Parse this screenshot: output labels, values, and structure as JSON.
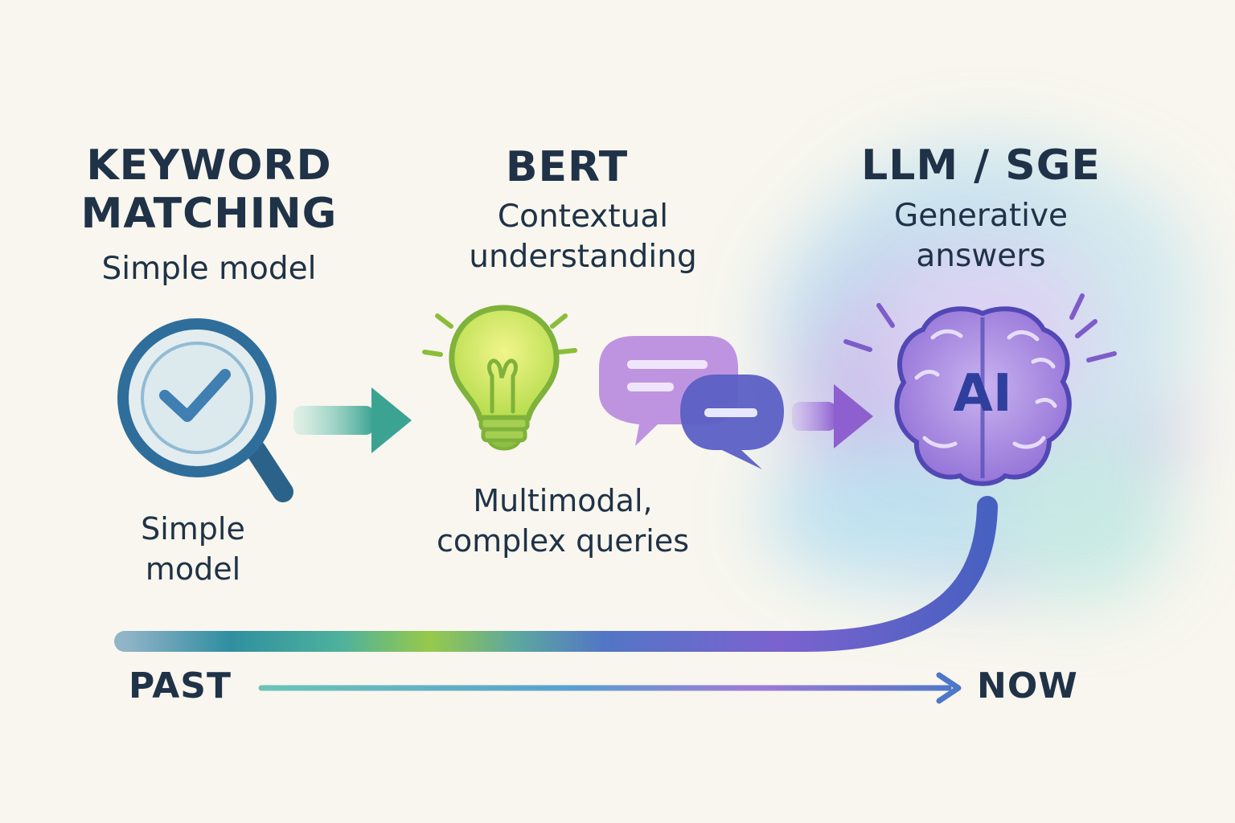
{
  "stages": [
    {
      "title_lines": [
        "KEYWORD",
        "MATCHING"
      ],
      "subtitle_lines": [
        "Simple model"
      ],
      "icon": "magnifier-check-icon",
      "caption_lines": [
        "Simple",
        "model"
      ]
    },
    {
      "title_lines": [
        "BERT"
      ],
      "subtitle_lines": [
        "Contextual",
        "understanding"
      ],
      "icon": "lightbulb-icon",
      "icon2": "chat-bubbles-icon",
      "caption_lines": [
        "Multimodal,",
        "complex queries"
      ]
    },
    {
      "title_lines": [
        "LLM / SGE"
      ],
      "subtitle_lines": [
        "Generative",
        "answers"
      ],
      "icon": "ai-brain-icon",
      "icon_label": "AI"
    }
  ],
  "timeline": {
    "start_label": "PAST",
    "end_label": "NOW"
  },
  "colors": {
    "background": "#f8f6ee",
    "text": "#1f3247",
    "blue": "#2e6f9e",
    "teal": "#4fb2a3",
    "green": "#8cc63f",
    "purple": "#9b6bd1",
    "indigo": "#4f5fbf"
  }
}
